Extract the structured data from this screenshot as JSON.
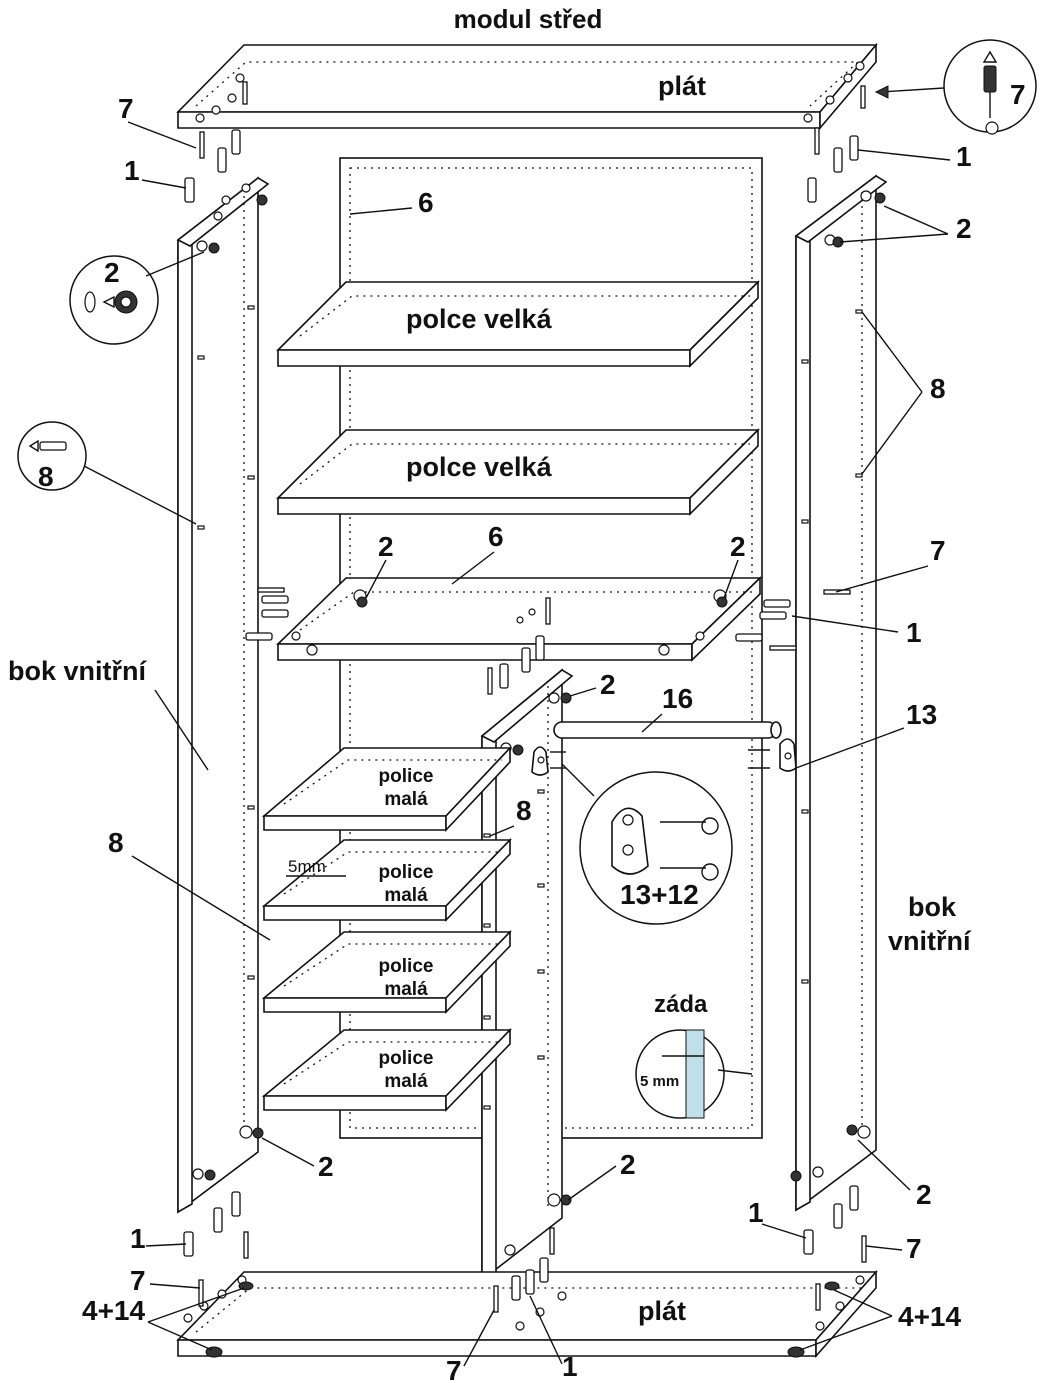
{
  "title": "modul střed",
  "parts": {
    "top_panel": "plát",
    "bottom_panel": "plát",
    "shelf_large_1": "polce velká",
    "shelf_large_2": "polce velká",
    "shelf_small_1": [
      "police",
      "malá"
    ],
    "shelf_small_2": [
      "police",
      "malá"
    ],
    "shelf_small_3": [
      "police",
      "malá"
    ],
    "shelf_small_4": [
      "police",
      "malá"
    ],
    "side_left": "bok vnitřní",
    "side_right": [
      "bok",
      "vnitřní"
    ],
    "back": "záda",
    "back_gap": "5 mm",
    "shelf_gap": "5mm"
  },
  "labels": {
    "n1": "1",
    "n2": "2",
    "n6": "6",
    "n7": "7",
    "n8": "8",
    "n13": "13",
    "n16": "16",
    "n4_14": "4+14",
    "n13_12": "13+12"
  }
}
